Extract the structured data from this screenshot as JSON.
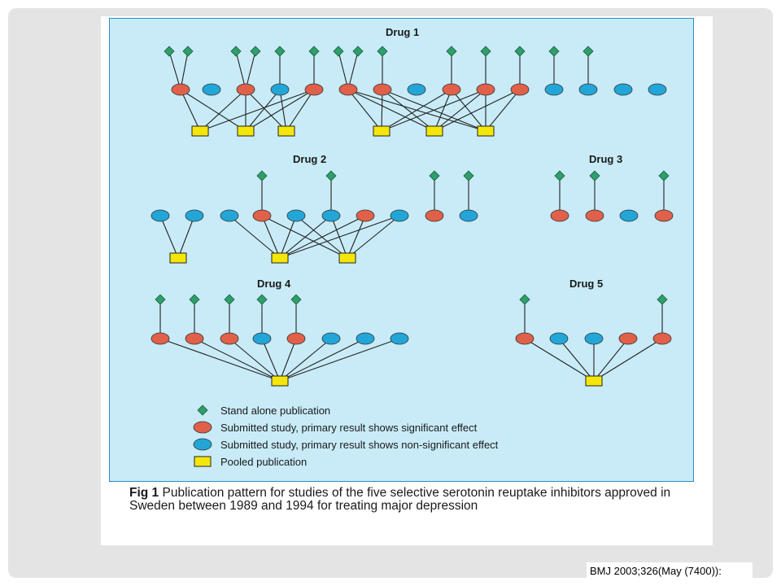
{
  "figure": {
    "drug_titles": [
      "Drug 1",
      "Drug 2",
      "Drug 3",
      "Drug 4",
      "Drug 5"
    ],
    "legend": [
      {
        "shape": "diamond",
        "label": "Stand alone publication"
      },
      {
        "shape": "red-circle",
        "label": "Submitted study, primary result shows significant effect"
      },
      {
        "shape": "blue-circle",
        "label": "Submitted study, primary result shows non-significant effect"
      },
      {
        "shape": "square",
        "label": "Pooled publication"
      }
    ],
    "caption_label": "Fig 1",
    "caption_text": "Publication pattern for studies of the five selective serotonin reuptake inhibitors approved in Sweden between 1989 and 1994 for treating major depression"
  },
  "citation": "BMJ 2003;326(May (7400)):",
  "colors": {
    "panel_bg": "#c8ebf7",
    "diamond": "#2e9e6a",
    "significant": "#e0604a",
    "non_significant": "#22a6d8",
    "pooled": "#f5e60a",
    "slide_bg": "#e4e4e4"
  }
}
